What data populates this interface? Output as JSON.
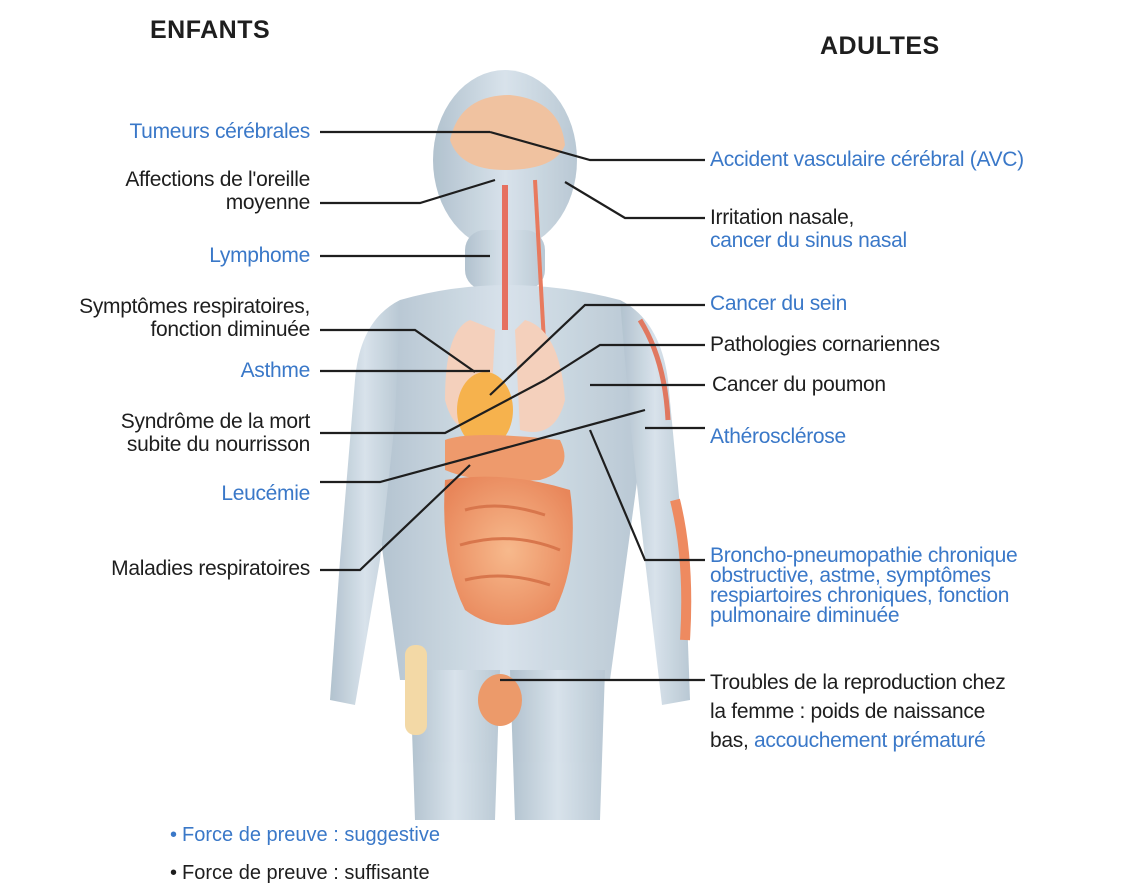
{
  "headers": {
    "children": "ENFANTS",
    "adults": "ADULTES"
  },
  "colors": {
    "blue": "#3a78c8",
    "black": "#1e1e1e",
    "leader_line": "#1e1e1e"
  },
  "children_labels": [
    {
      "id": "tumeurs",
      "lines": [
        "Tumeurs cérébrales"
      ],
      "color": "blue"
    },
    {
      "id": "oreille",
      "lines": [
        "Affections de l'oreille",
        "moyenne"
      ],
      "color": "black"
    },
    {
      "id": "lymphome",
      "lines": [
        "Lymphome"
      ],
      "color": "blue"
    },
    {
      "id": "respiratoires",
      "lines": [
        "Symptômes respiratoires,",
        "fonction diminuée"
      ],
      "color": "black"
    },
    {
      "id": "asthme",
      "lines": [
        "Asthme"
      ],
      "color": "blue"
    },
    {
      "id": "smsn",
      "lines": [
        "Syndrôme de la mort",
        "subite du nourrisson"
      ],
      "color": "black"
    },
    {
      "id": "leucemie",
      "lines": [
        "Leucémie"
      ],
      "color": "blue"
    },
    {
      "id": "maladies",
      "lines": [
        "Maladies respiratoires"
      ],
      "color": "black"
    }
  ],
  "adult_labels": [
    {
      "id": "avc",
      "segments": [
        {
          "text": "Accident vasculaire cérébral (AVC)",
          "color": "blue"
        }
      ]
    },
    {
      "id": "nasal",
      "segments": [
        {
          "text": "Irritation nasale,",
          "color": "black"
        },
        {
          "text": "cancer du sinus nasal",
          "color": "blue"
        }
      ]
    },
    {
      "id": "sein",
      "segments": [
        {
          "text": "Cancer du sein",
          "color": "blue"
        }
      ]
    },
    {
      "id": "coronaire",
      "segments": [
        {
          "text": "Pathologies cornariennes",
          "color": "black"
        }
      ]
    },
    {
      "id": "poumon",
      "segments": [
        {
          "text": "Cancer du poumon",
          "color": "black"
        }
      ]
    },
    {
      "id": "athero",
      "segments": [
        {
          "text": "Athérosclérose",
          "color": "blue"
        }
      ]
    },
    {
      "id": "bpco",
      "segments": [
        {
          "text": "Broncho-pneumopathie chronique",
          "color": "blue"
        },
        {
          "text": "obstructive, astme, symptômes",
          "color": "blue"
        },
        {
          "text": "respiartoires chroniques, fonction",
          "color": "blue"
        },
        {
          "text": "pulmonaire diminuée",
          "color": "blue"
        }
      ]
    },
    {
      "id": "repro",
      "segments": [
        {
          "text": "Troubles de la reproduction chez",
          "color": "black"
        },
        {
          "text": "la femme : poids de naissance",
          "color": "black"
        },
        {
          "text": "bas, ",
          "color": "black",
          "inline": true
        },
        {
          "text": "accouchement prématuré",
          "color": "blue",
          "inline": true
        }
      ]
    }
  ],
  "legend": [
    {
      "bullet": "•",
      "key": "Force de preuve : ",
      "value": "suggestive",
      "key_color": "blue",
      "value_color": "blue"
    },
    {
      "bullet": "•",
      "key": "Force de preuve : ",
      "value": "suffisante",
      "key_color": "black",
      "value_color": "black"
    }
  ],
  "icons": {
    "body": "human-anatomy-figure-icon"
  }
}
